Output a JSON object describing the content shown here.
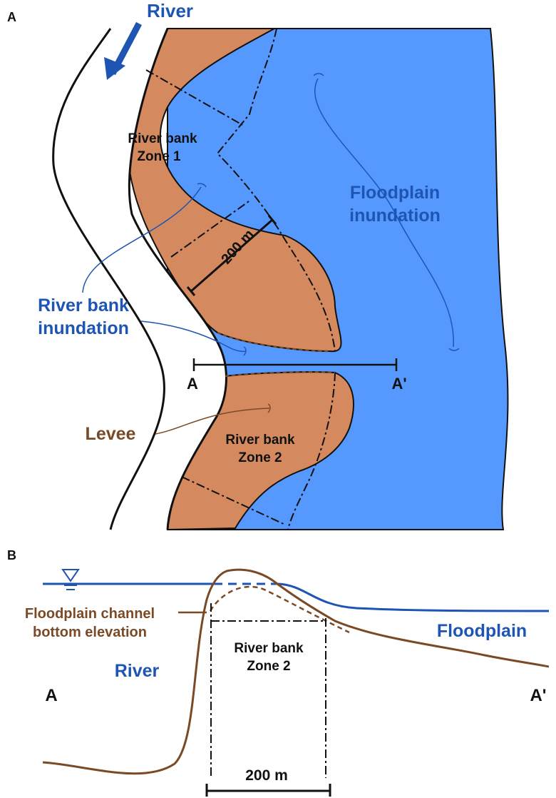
{
  "panel_a": {
    "label": "A",
    "river_label": "River",
    "zone1_line1": "River bank",
    "zone1_line2": "Zone 1",
    "floodplain_line1": "Floodplain",
    "floodplain_line2": "inundation",
    "distance_label": "200 m",
    "bank_inundation_line1": "River bank",
    "bank_inundation_line2": "inundation",
    "section_start": "A",
    "section_end": "A'",
    "levee_label": "Levee",
    "zone2_line1": "River bank",
    "zone2_line2": "Zone 2"
  },
  "panel_b": {
    "label": "B",
    "channel_line1": "Floodplain channel",
    "channel_line2": "bottom elevation",
    "floodplain_label": "Floodplain",
    "zone2_line1": "River bank",
    "zone2_line2": "Zone 2",
    "river_label": "River",
    "section_start": "A",
    "section_end": "A'",
    "distance_label": "200 m"
  },
  "colors": {
    "floodplain_water": "#5599ff",
    "river_bank": "#d48a5e",
    "water_label": "#1f55b2",
    "levee_label": "#7a4a26",
    "outline": "#111111"
  }
}
